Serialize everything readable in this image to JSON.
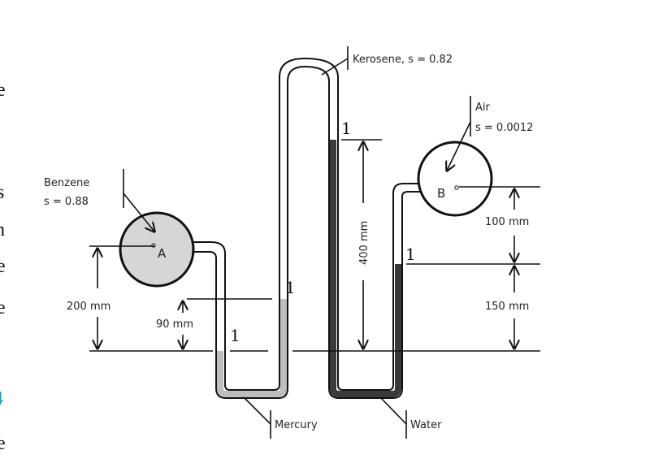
{
  "margin_fragments": [
    "e",
    "s",
    "n",
    "e",
    "e",
    "4",
    "e"
  ],
  "labels": {
    "kerosene": "Kerosene, s = 0.82",
    "air_name": "Air",
    "air_s": "s = 0.0012",
    "benzene_name": "Benzene",
    "benzene_s": "s = 0.88",
    "point_a": "A",
    "point_b": "B",
    "mercury": "Mercury",
    "water": "Water",
    "level_marker": "1"
  },
  "dimensions": {
    "d200": "200 mm",
    "d90": "90 mm",
    "d400": "400 mm",
    "d100": "100 mm",
    "d150": "150 mm"
  },
  "colors": {
    "mercury": "#bdbdbd",
    "water": "#3a3a3a",
    "benzene": "#d6d6d6"
  }
}
